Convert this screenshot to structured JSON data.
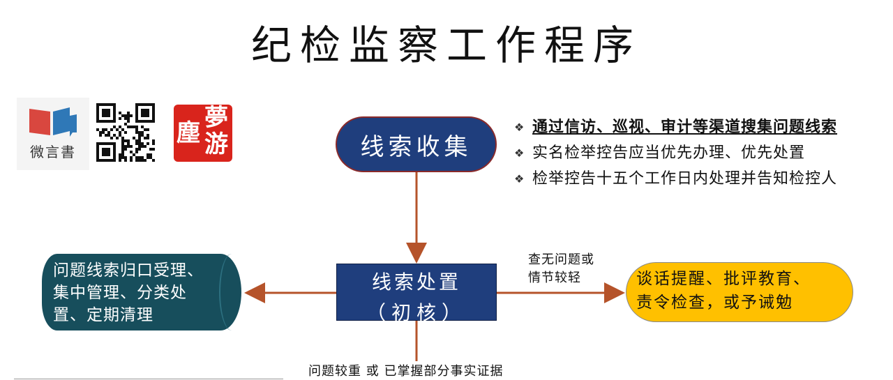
{
  "title": "纪检监察工作程序",
  "logos": {
    "brand_name": "微言書",
    "brand_icon": "book-chat-icon",
    "qr_icon": "qr-code-icon",
    "seal_chars": [
      "夢",
      "塵",
      "游"
    ],
    "seal_color": "#d9241c"
  },
  "flow": {
    "collect": "线索收集",
    "dispose_line1": "线索处置",
    "dispose_line2": "（初核）",
    "left_box": [
      "问题线索归口受理、",
      "集中管理、分类处",
      "置、定期清理"
    ],
    "right_box": [
      "谈话提醒、批评教育、",
      "责令检查，或予诫勉"
    ],
    "right_label": [
      "查无问题或",
      "情节较轻"
    ],
    "bottom_label": "问题较重 或 已掌握部分事实证据"
  },
  "bullets": [
    "通过信访、巡视、审计等渠道搜集问题线索",
    "实名检举控告应当优先办理、优先处置",
    "检举控告十五个工作日内处理并告知检控人"
  ],
  "colors": {
    "navy": "#1f3e7d",
    "teal": "#174e5c",
    "gold": "#ffc000",
    "arrow": "#b5532a"
  }
}
